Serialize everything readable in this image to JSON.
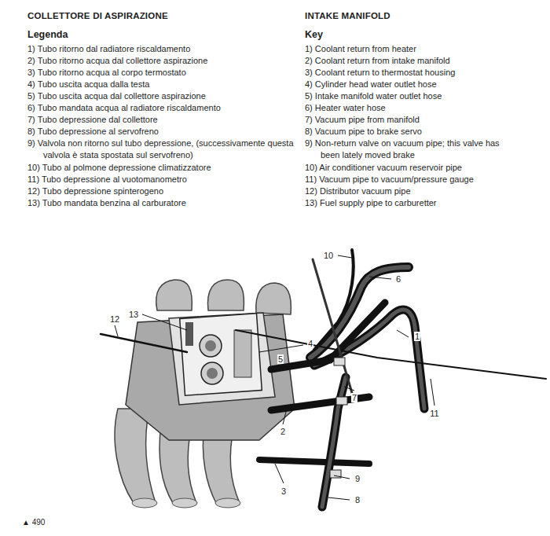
{
  "diagram": {
    "labels": [
      "COLLETTORE DI ASPIRAZIONE",
      "Legenda",
      "1) Tubo ritorno dal radiatore riscaldamento",
      "2) Tubo ritorno acqua dal collettore aspirazione",
      "3) Tubo ritorno acqua al corpo termostato",
      "4) Tubo uscita acqua dalla testa",
      "5) Tubo uscita acqua dal collettore aspirazione",
      "6) Tubo mandata acqua al radiatore riscaldamento",
      "7) Tubo depressione dal collettore",
      "8) Tubo depressione al servofreno",
      "9) Valvola non ritorno sul tubo depressione, (successivamente questa valvola è stata spostata sul servofreno)",
      "10) Tubo al polmone depressione climatizzatore",
      "11) Tubo depressione al vuotomanometro",
      "12) Tubo depressione spinterogeno",
      "13) Tubo mandata benzina al carburatore",
      "INTAKE MANIFOLD",
      "Key",
      "1) Coolant return from heater",
      "2) Coolant return from intake manifold",
      "3) Coolant return to thermostat housing",
      "4) Cylinder head water outlet hose",
      "5) Intake manifold water outlet hose",
      "6) Heater water hose",
      "7) Vacuum pipe from manifold",
      "8) Vacuum pipe to brake servo",
      "9) Non-return valve on vacuum pipe; this valve has been lately moved brake",
      "10) Air conditioner vacuum reservoir pipe",
      "11) Vacuum pipe to vacuum/pressure gauge",
      "12) Distributor vacuum pipe",
      "13) Fuel supply pipe to carburetter",
      "10",
      "6",
      "13",
      "12",
      "4",
      "1",
      "5",
      "7",
      "2",
      "11",
      "9",
      "3",
      "8",
      "▲ 490"
    ]
  }
}
